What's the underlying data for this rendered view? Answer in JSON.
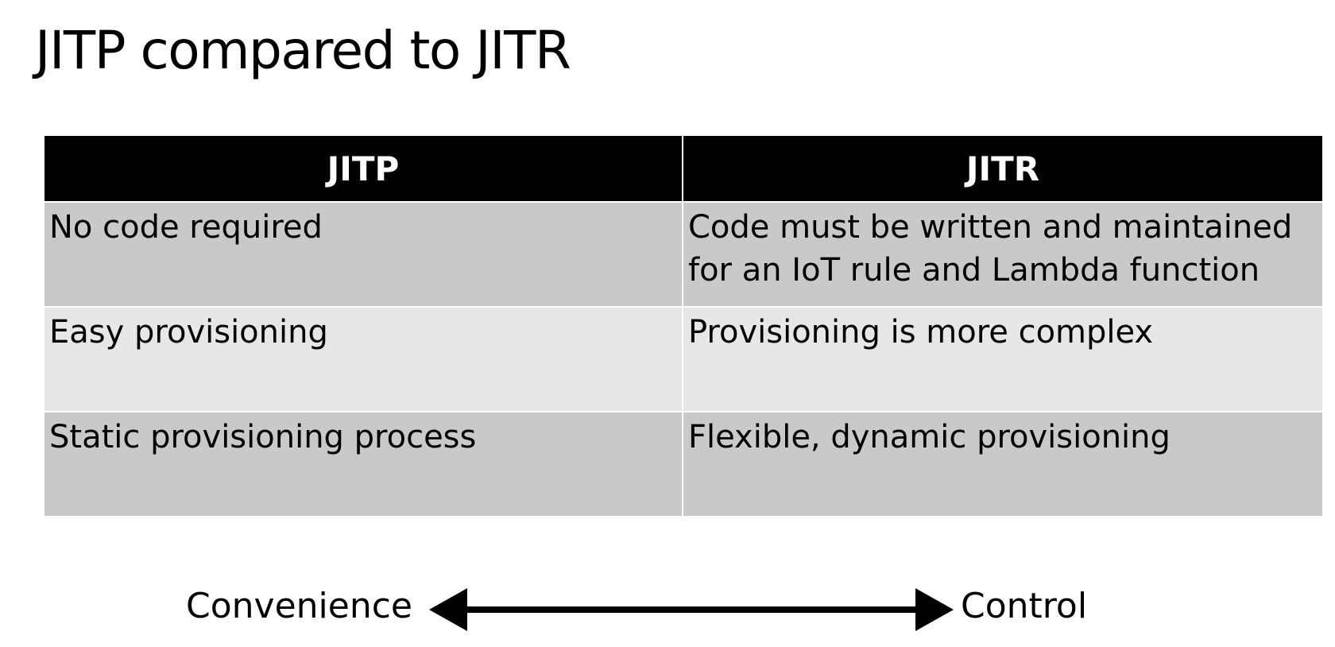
{
  "slide": {
    "title": "JITP compared to JITR"
  },
  "table": {
    "headers": [
      "JITP",
      "JITR"
    ],
    "rows": [
      [
        "No code required",
        "Code must be written and maintained for an IoT rule and Lambda function"
      ],
      [
        "Easy provisioning",
        "Provisioning is more complex"
      ],
      [
        "Static provisioning process",
        "Flexible, dynamic provisioning"
      ]
    ]
  },
  "spectrum": {
    "left_label": "Convenience",
    "right_label": "Control"
  },
  "colors": {
    "header_bg": "#000000",
    "header_text": "#ffffff",
    "row_dark": "#c9c9c9",
    "row_light": "#e7e7e7",
    "arrow": "#000000"
  }
}
